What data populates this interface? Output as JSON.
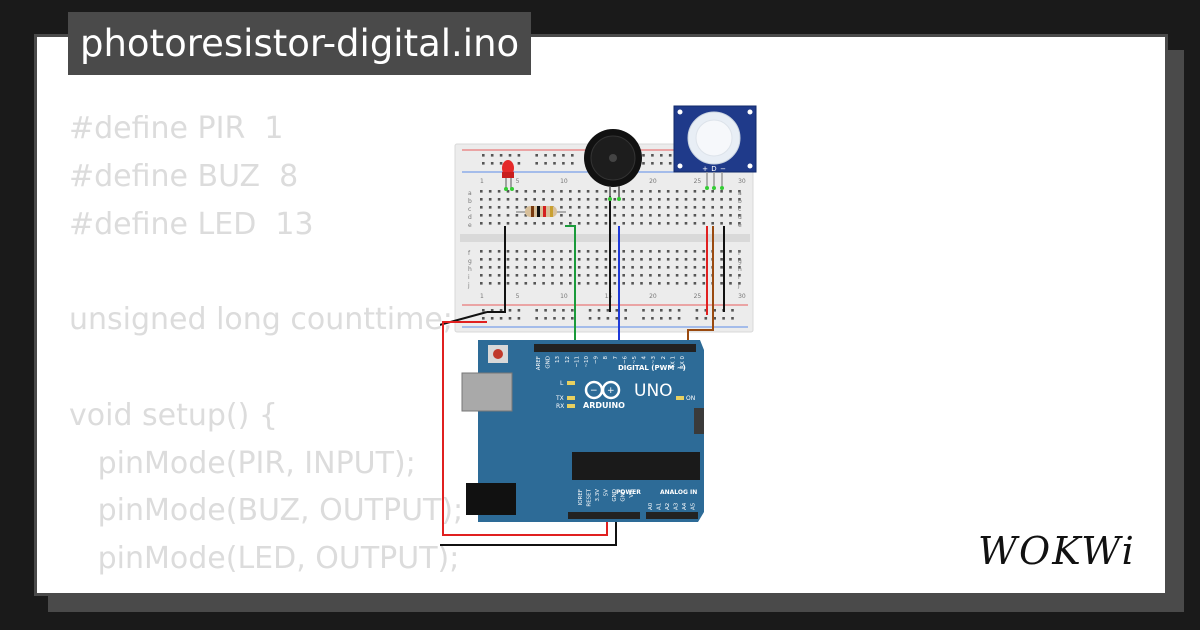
{
  "title": "photoresistor-digital.ino",
  "code_lines": [
    "#define PIR  1",
    "#define BUZ  8",
    "#define LED  13",
    "",
    "unsigned long counttime;",
    "",
    "void setup() {",
    "   pinMode(PIR, INPUT);",
    "   pinMode(BUZ, OUTPUT);",
    "   pinMode(LED, OUTPUT);",
    "}"
  ],
  "breadboard": {
    "row_labels_left": [
      "a",
      "b",
      "c",
      "d",
      "e",
      "f",
      "g",
      "h",
      "i",
      "j"
    ],
    "column_numbers": [
      "1",
      "5",
      "10",
      "15",
      "20",
      "25",
      "30"
    ]
  },
  "pir_pins": [
    "+",
    "D",
    "−"
  ],
  "arduino": {
    "model": "UNO",
    "brand": "ARDUINO",
    "digital_header_label": "DIGITAL (PWM ~)",
    "top_pin_labels": [
      "AREF",
      "GND",
      "13",
      "12",
      "~11",
      "~10",
      "~9",
      "8",
      "7",
      "~6",
      "~5",
      "4",
      "~3",
      "2",
      "TX 1",
      "RX 0"
    ],
    "led_labels": [
      "L",
      "TX",
      "RX",
      "ON"
    ],
    "power_label": "POWER",
    "analog_label": "ANALOG IN",
    "power_pins": [
      "IOREF",
      "RESET",
      "3.3V",
      "5V",
      "GND",
      "GND",
      "Vin"
    ],
    "analog_pins": [
      "A0",
      "A1",
      "A2",
      "A3",
      "A4",
      "A5"
    ]
  },
  "brand_logo": "WOKWi",
  "colors": {
    "background": "#1a1a1a",
    "frame": "#4a4a4a",
    "code_text": "#dcdcdc",
    "arduino_board": "#2d6b97",
    "wire_black": "#111111",
    "wire_red": "#e02020",
    "wire_green": "#1a9a3a",
    "wire_blue": "#1f3ad8",
    "wire_brown": "#9a4a10"
  }
}
